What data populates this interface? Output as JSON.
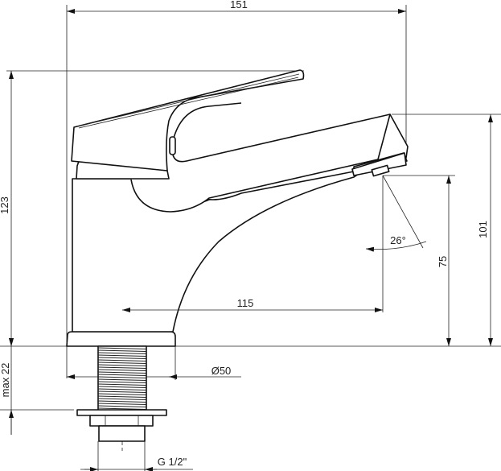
{
  "dimensions": {
    "overall_length": "151",
    "overall_height": "123",
    "spout_height": "101",
    "outlet_height": "75",
    "spout_reach": "115",
    "outlet_angle": "26°",
    "base_diameter": "Ø50",
    "max_deck_thickness": "max 22",
    "connection_thread": "G 1/2\""
  }
}
